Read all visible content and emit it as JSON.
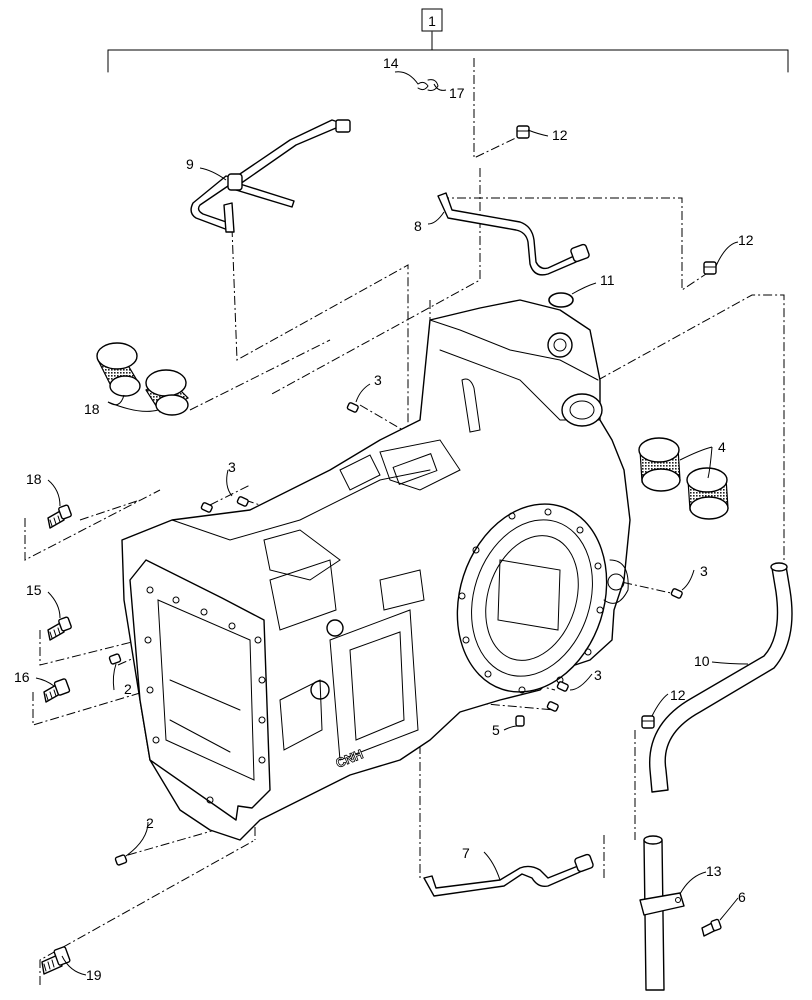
{
  "assembly_label": "1",
  "callouts": {
    "c2a": "2",
    "c2b": "2",
    "c3a": "3",
    "c3b": "3",
    "c3c": "3",
    "c3d": "3",
    "c4": "4",
    "c5": "5",
    "c6": "6",
    "c7": "7",
    "c8": "8",
    "c9": "9",
    "c10": "10",
    "c11": "11",
    "c12a": "12",
    "c12b": "12",
    "c12c": "12",
    "c13": "13",
    "c14": "14",
    "c15": "15",
    "c16": "16",
    "c17": "17",
    "c18a": "18",
    "c18b": "18",
    "c19": "19"
  },
  "housing_logo": "CNH"
}
